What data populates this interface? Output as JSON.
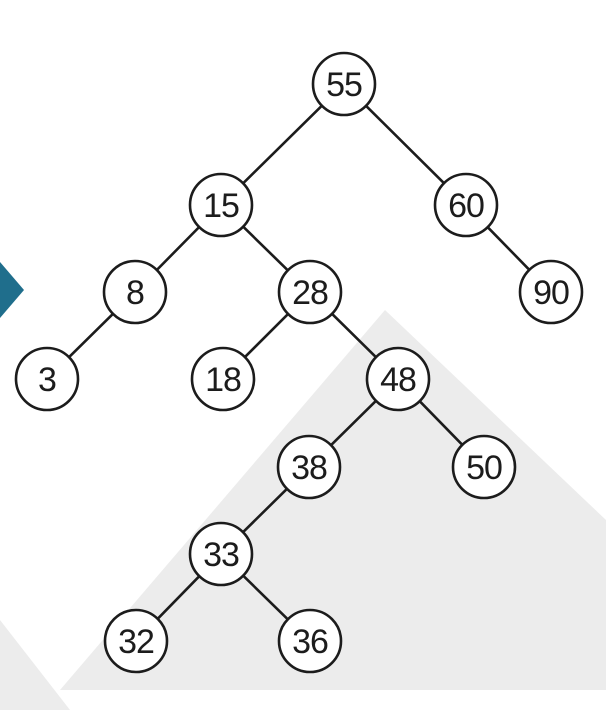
{
  "colors": {
    "background": "#ffffff",
    "decor_light": "#ececec",
    "decor_accent": "#1f6e8c",
    "stroke": "#1c1c1c"
  },
  "tree": {
    "root": "55",
    "nodes": {
      "55": {
        "label": "55"
      },
      "15": {
        "label": "15"
      },
      "60": {
        "label": "60"
      },
      "8": {
        "label": "8"
      },
      "28": {
        "label": "28"
      },
      "90": {
        "label": "90"
      },
      "3": {
        "label": "3"
      },
      "18": {
        "label": "18"
      },
      "48": {
        "label": "48"
      },
      "38": {
        "label": "38"
      },
      "50": {
        "label": "50"
      },
      "33": {
        "label": "33"
      },
      "32": {
        "label": "32"
      },
      "36": {
        "label": "36"
      }
    },
    "edges": [
      [
        "55",
        "15"
      ],
      [
        "55",
        "60"
      ],
      [
        "15",
        "8"
      ],
      [
        "15",
        "28"
      ],
      [
        "60",
        "90"
      ],
      [
        "8",
        "3"
      ],
      [
        "28",
        "18"
      ],
      [
        "28",
        "48"
      ],
      [
        "48",
        "38"
      ],
      [
        "48",
        "50"
      ],
      [
        "38",
        "33"
      ],
      [
        "33",
        "32"
      ],
      [
        "33",
        "36"
      ]
    ]
  }
}
